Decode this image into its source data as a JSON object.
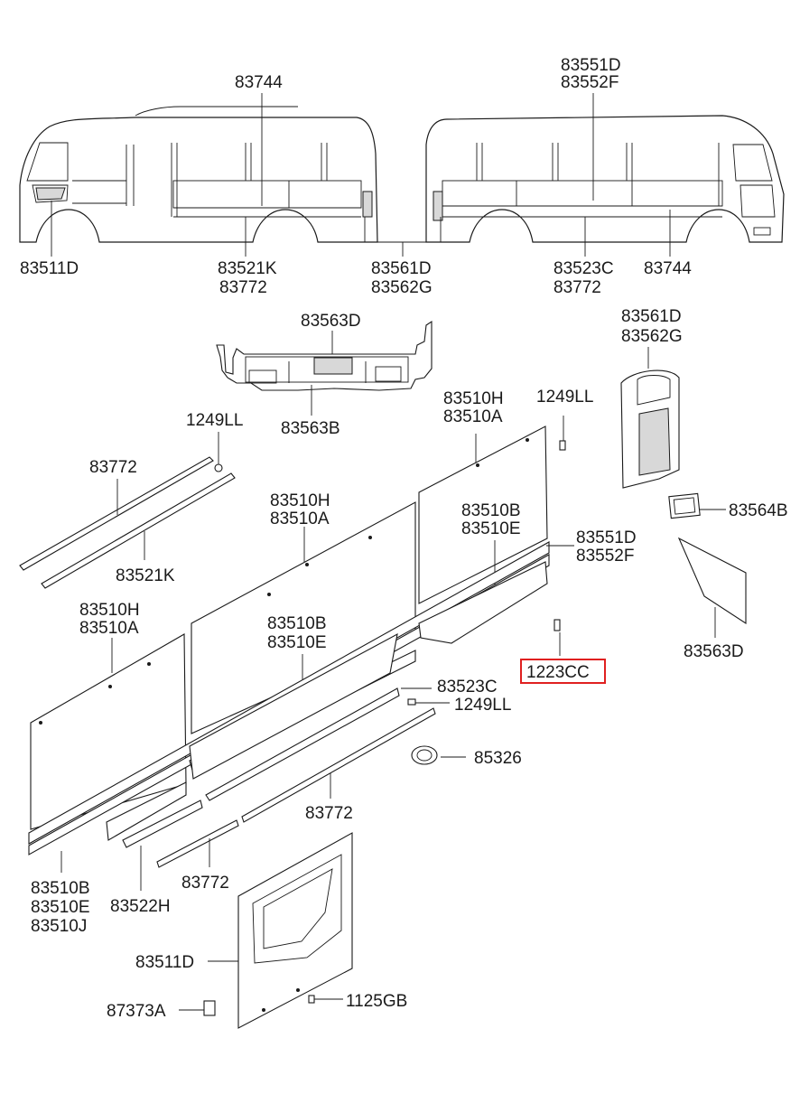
{
  "callouts": {
    "c_83744_top": "83744",
    "c_83551D_top": "83551D",
    "c_83552F_top": "83552F",
    "c_83511D_top": "83511D",
    "c_83521K_top": "83521K",
    "c_83772_top_a": "83772",
    "c_83561D_top": "83561D",
    "c_83562G_top": "83562G",
    "c_83523C_top": "83523C",
    "c_83772_top_b": "83772",
    "c_83744_top_r": "83744",
    "c_83563D_mid": "83563D",
    "c_83563B": "83563B",
    "c_83561D_r": "83561D",
    "c_83562G_r": "83562G",
    "c_1249LL_a": "1249LL",
    "c_1249LL_b": "1249LL",
    "c_1249LL_c": "1249LL",
    "c_83510H_a": "83510H",
    "c_83510A_a": "83510A",
    "c_83510H_b": "83510H",
    "c_83510A_b": "83510A",
    "c_83510H_c": "83510H",
    "c_83510A_c": "83510A",
    "c_83772_strip": "83772",
    "c_83521K_strip": "83521K",
    "c_83510B_a": "83510B",
    "c_83510E_a": "83510E",
    "c_83510B_b": "83510B",
    "c_83510E_b": "83510E",
    "c_83551D_r": "83551D",
    "c_83552F_r": "83552F",
    "c_83564B": "83564B",
    "c_83563D_r": "83563D",
    "c_1223CC": "1223CC",
    "c_83523C_r": "83523C",
    "c_85326": "85326",
    "c_83772_low": "83772",
    "c_83772_low2": "83772",
    "c_83510B_c": "83510B",
    "c_83510E_c": "83510E",
    "c_83510J": "83510J",
    "c_83522H": "83522H",
    "c_83511D_low": "83511D",
    "c_87373A": "87373A",
    "c_1125GB": "1125GB"
  },
  "colors": {
    "line": "#1a1a1a",
    "highlight": "#e02020",
    "background": "#ffffff"
  }
}
